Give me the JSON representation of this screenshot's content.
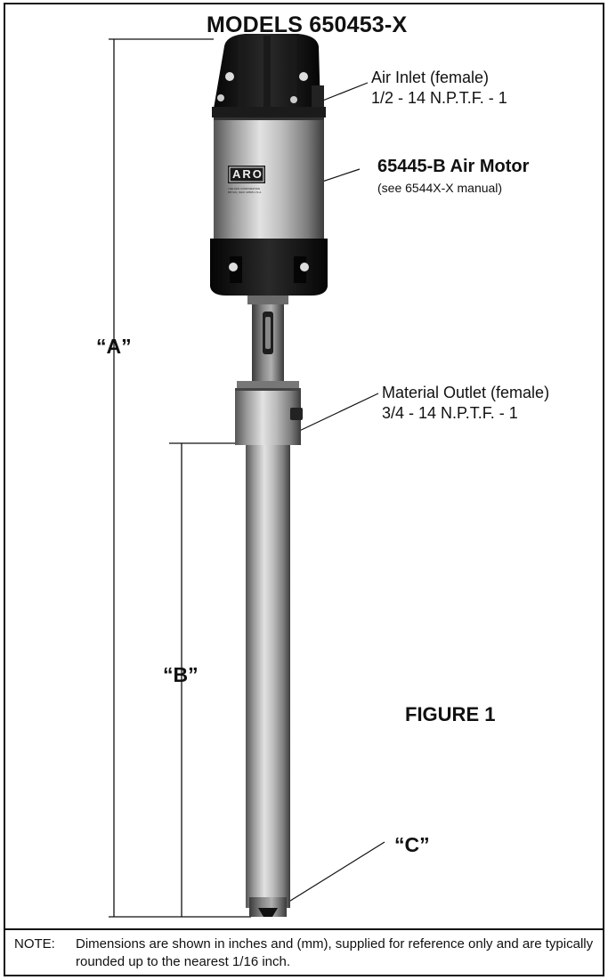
{
  "title": "MODELS 650453-X",
  "callouts": {
    "air_inlet": {
      "line1": "Air Inlet (female)",
      "line2": "1/2 - 14 N.P.T.F. - 1"
    },
    "air_motor": {
      "title": "65445-B Air Motor",
      "sub": "(see 6544X-X manual)"
    },
    "material_outlet": {
      "line1": "Material Outlet (female)",
      "line2": "3/4 - 14 N.P.T.F. - 1"
    }
  },
  "motor_badge": {
    "brand": "ARO",
    "fine_print": "THE ARO CORPORATION BRYAN, OHIO 43506 U.S.A."
  },
  "dimensions": {
    "a": "“A”",
    "b": "“B”",
    "c": "“C”"
  },
  "figure_label": "FIGURE 1",
  "note": {
    "label": "NOTE:",
    "text": "Dimensions are shown in inches and (mm), supplied for reference only and are typically rounded up to the nearest 1/16 inch."
  }
}
